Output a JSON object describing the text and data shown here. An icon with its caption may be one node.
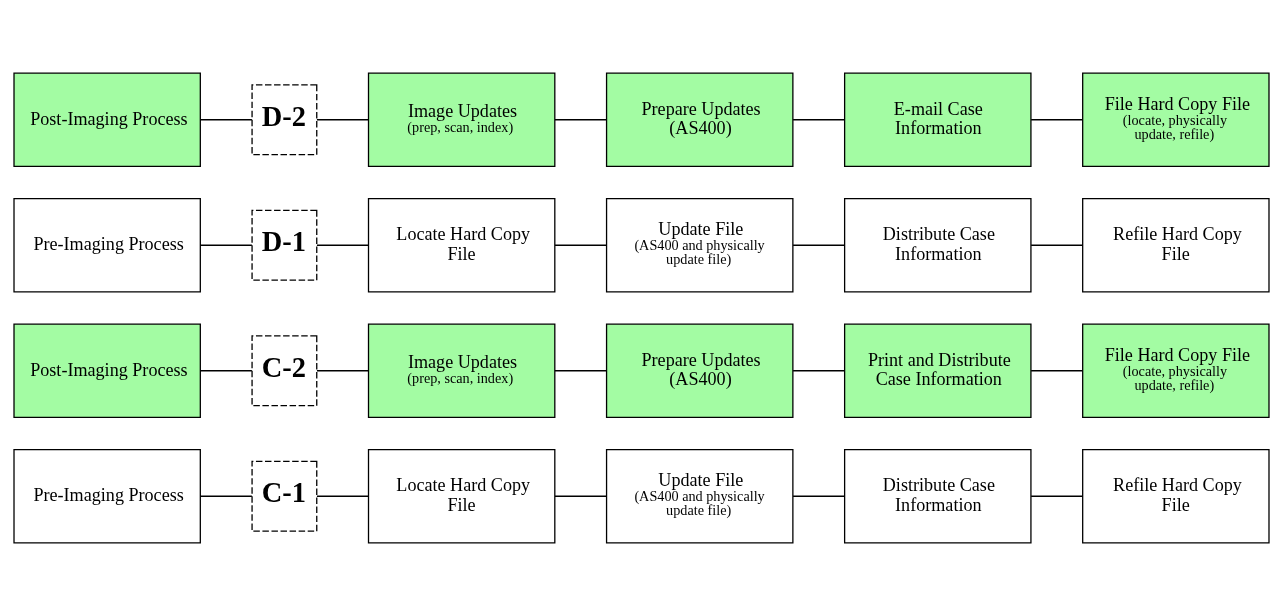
{
  "diagram": {
    "nodes": [
      {
        "text": [
          "Pre-Imaging Process"
        ]
      },
      {
        "text": [
          "C-1"
        ]
      },
      {
        "text": [
          "Locate Hard Copy File"
        ]
      },
      {
        "text": [
          "Update File",
          "(AS400 and physically update file)"
        ]
      },
      {
        "text": [
          "Distribute Case Information"
        ]
      },
      {
        "text": [
          "Refile Hard Copy File"
        ]
      },
      {
        "text": [
          "Post-Imaging Process"
        ]
      },
      {
        "text": [
          "C-2"
        ]
      },
      {
        "text": [
          "Image Updates",
          "(prep, scan, index)"
        ]
      },
      {
        "text": [
          "Prepare Updates (AS400)"
        ]
      },
      {
        "text": [
          "Print and Distribute Case Information"
        ]
      },
      {
        "text": [
          "File Hard Copy File",
          "(locate, physically update, refile)"
        ]
      },
      {
        "text": [
          "Pre-Imaging Process"
        ]
      },
      {
        "text": [
          "D-1"
        ]
      },
      {
        "text": [
          "Locate Hard Copy File"
        ]
      },
      {
        "text": [
          "Update File",
          "(AS400 and physically update file)"
        ]
      },
      {
        "text": [
          "Distribute Case Information"
        ]
      },
      {
        "text": [
          "Refile Hard Copy File"
        ]
      },
      {
        "text": [
          "Post-Imaging Process"
        ]
      },
      {
        "text": [
          "D-2"
        ]
      },
      {
        "text": [
          "Image Updates",
          "(prep, scan, index)"
        ]
      },
      {
        "text": [
          "Prepare Updates (AS400)"
        ]
      },
      {
        "text": [
          "E-mail Case Information"
        ]
      },
      {
        "text": [
          "File Hard Copy File",
          "(locate, physically update, refile)"
        ]
      }
    ],
    "edges": [
      {
        "from": 0,
        "to": 1,
        "arrow": "none"
      },
      {
        "from": 1,
        "to": 2,
        "arrow": "none"
      },
      {
        "from": 2,
        "to": 3,
        "arrow": "none"
      },
      {
        "from": 3,
        "to": 4,
        "arrow": "none"
      },
      {
        "from": 4,
        "to": 5,
        "arrow": "none"
      },
      {
        "from": 6,
        "to": 7,
        "arrow": "none"
      },
      {
        "from": 7,
        "to": 8,
        "arrow": "none"
      },
      {
        "from": 8,
        "to": 9,
        "arrow": "none"
      },
      {
        "from": 9,
        "to": 10,
        "arrow": "none"
      },
      {
        "from": 10,
        "to": 11,
        "arrow": "none"
      },
      {
        "from": 12,
        "to": 13,
        "arrow": "none"
      },
      {
        "from": 13,
        "to": 14,
        "arrow": "none"
      },
      {
        "from": 14,
        "to": 15,
        "arrow": "none"
      },
      {
        "from": 15,
        "to": 16,
        "arrow": "none"
      },
      {
        "from": 16,
        "to": 17,
        "arrow": "none"
      },
      {
        "from": 18,
        "to": 19,
        "arrow": "none"
      },
      {
        "from": 19,
        "to": 20,
        "arrow": "none"
      },
      {
        "from": 20,
        "to": 21,
        "arrow": "none"
      },
      {
        "from": 21,
        "to": 22,
        "arrow": "none"
      },
      {
        "from": 22,
        "to": 23,
        "arrow": "none"
      }
    ]
  }
}
